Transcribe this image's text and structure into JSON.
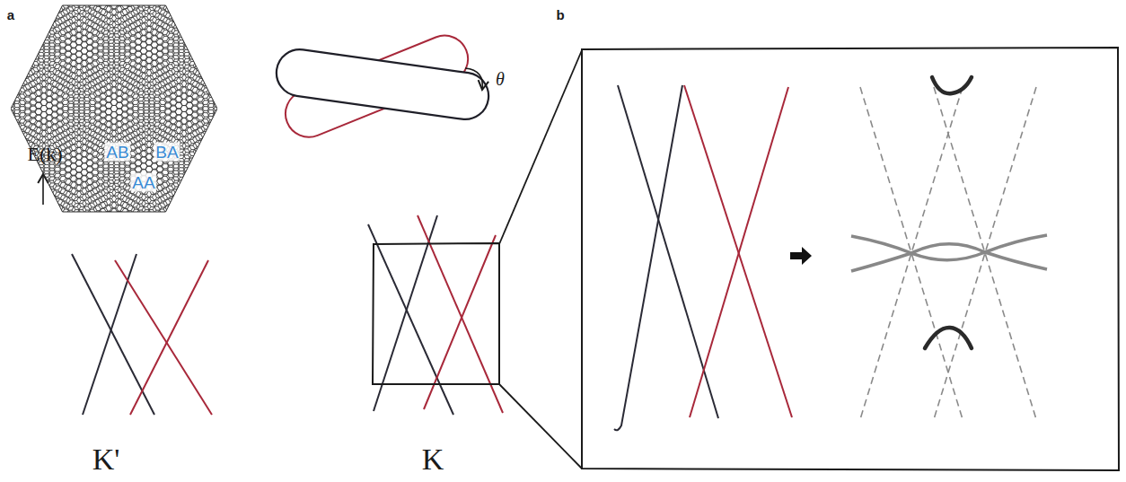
{
  "diagram": {
    "nodes": [
      {
        "text": [
          "AB",
          "BA",
          "AA"
        ]
      }
    ],
    "labels": [
      "a",
      "b",
      "θ",
      "E(k)",
      "K'",
      "K"
    ]
  }
}
